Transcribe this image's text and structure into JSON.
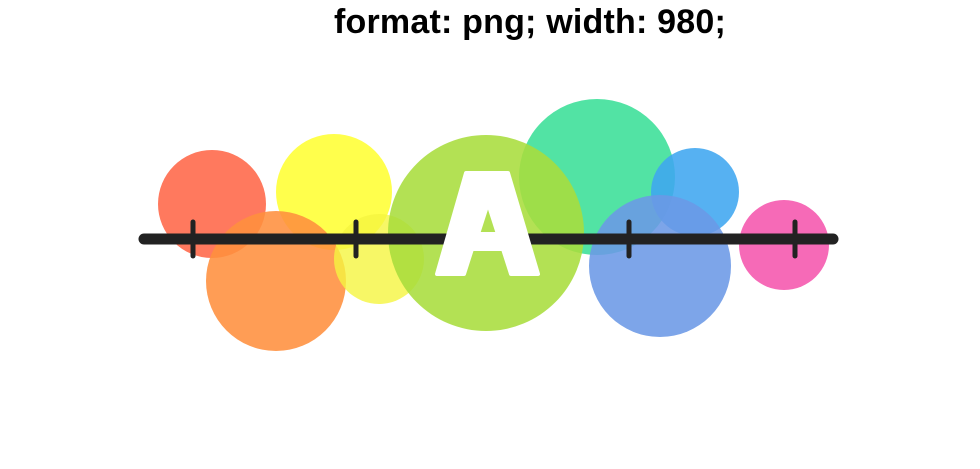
{
  "caption": "format: png; width: 980;",
  "logo": {
    "letter": "A",
    "letter_color": "#ffffff",
    "bar_color": "#222222",
    "bubbles": [
      {
        "name": "red-bubble",
        "color": "#ff6a4d"
      },
      {
        "name": "orange-bubble",
        "color": "#ff8f3d"
      },
      {
        "name": "yellow-bubble",
        "color": "#ffff33"
      },
      {
        "name": "small-yellow-bubble",
        "color": "#f5f540"
      },
      {
        "name": "lime-bubble",
        "color": "#a8dd3c"
      },
      {
        "name": "teal-bubble",
        "color": "#3fe09a"
      },
      {
        "name": "blue-bubble",
        "color": "#3fa6f0"
      },
      {
        "name": "periwinkle-bubble",
        "color": "#6b98e6"
      },
      {
        "name": "pink-bubble",
        "color": "#f55aaf"
      }
    ]
  }
}
